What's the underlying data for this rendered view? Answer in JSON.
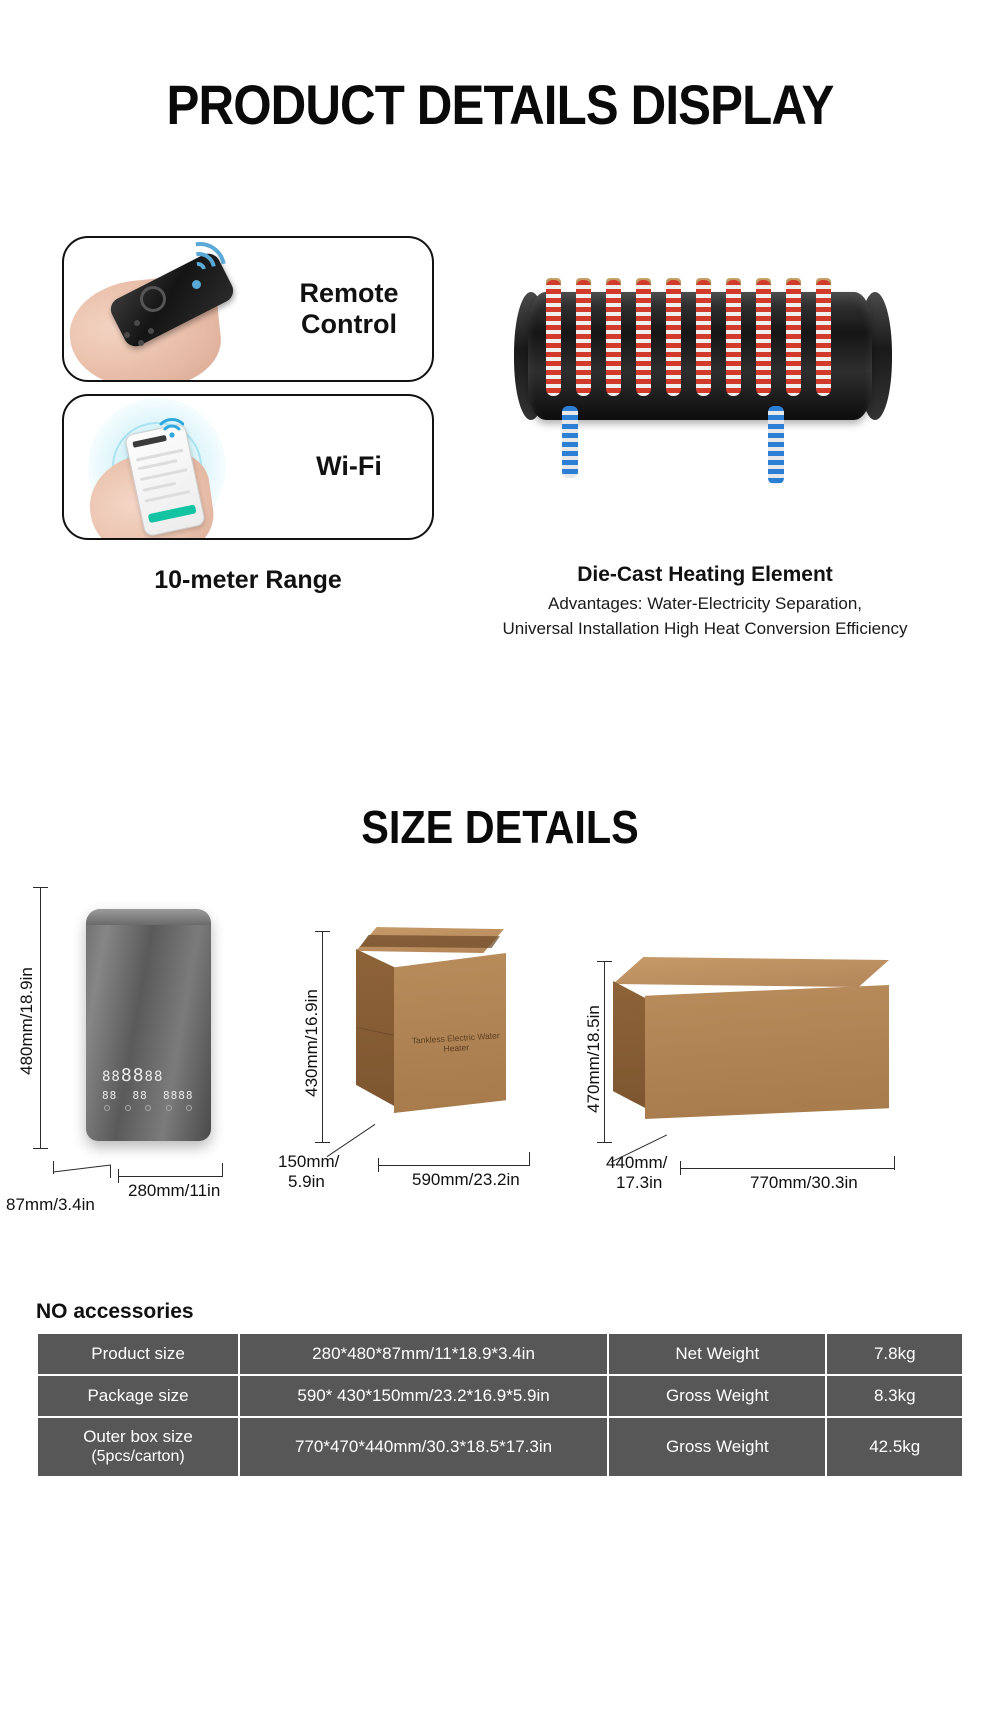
{
  "titles": {
    "main": "PRODUCT DETAILS DISPLAY",
    "size_section": "SIZE DETAILS"
  },
  "features": {
    "cards": [
      {
        "label": "Remote\nControl",
        "label_line1": "Remote",
        "label_line2": "Control",
        "icon": "remote-control-photo"
      },
      {
        "label": "Wi-Fi",
        "icon": "smartphone-wifi-photo"
      }
    ],
    "range_caption": "10-meter Range"
  },
  "heating_element": {
    "title": "Die-Cast Heating Element",
    "advantage_line1": "Advantages: Water-Electricity Separation,",
    "advantage_line2": "Universal Installation High Heat Conversion Efficiency"
  },
  "size_details": {
    "product": {
      "height": "480mm/18.9in",
      "depth": "87mm/3.4in",
      "width": "280mm/11in"
    },
    "package": {
      "height": "430mm/16.9in",
      "depth_line1": "150mm/",
      "depth_line2": "5.9in",
      "width": "590mm/23.2in",
      "box_print": "Tankless Electric Water Heater"
    },
    "outer_box": {
      "height": "470mm/18.5in",
      "depth_line1": "440mm/",
      "depth_line2": "17.3in",
      "width": "770mm/30.3in"
    }
  },
  "spec": {
    "no_accessories": "NO accessories",
    "rows": [
      {
        "label": "Product size",
        "value": "280*480*87mm/11*18.9*3.4in",
        "weight_label": "Net Weight",
        "weight_value": "7.8kg"
      },
      {
        "label": "Package size",
        "value": "590* 430*150mm/23.2*16.9*5.9in",
        "weight_label": "Gross Weight",
        "weight_value": "8.3kg"
      },
      {
        "label": "Outer box size",
        "label_sub": "(5pcs/carton)",
        "value": "770*470*440mm/30.3*18.5*17.3in",
        "weight_label": "Gross Weight",
        "weight_value": "42.5kg"
      }
    ]
  },
  "colors": {
    "table_header_bg": "#575757",
    "accent_blue": "#5aa9d6",
    "coil_red": "#d23b2b",
    "pipe_blue": "#2b7fd4",
    "carton": "#b98c5c"
  }
}
